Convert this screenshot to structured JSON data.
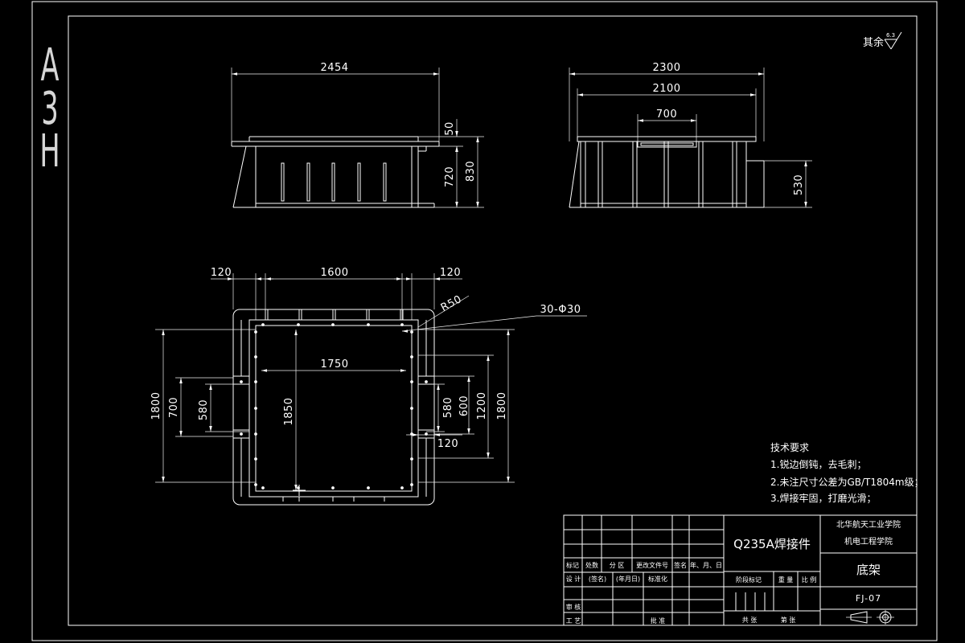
{
  "sheet": {
    "format_code": [
      "A",
      "3",
      "H"
    ],
    "roughness_note": "其余",
    "roughness_value": "6.3"
  },
  "front_view": {
    "overall_length": "2454",
    "top_plate_thickness": "50",
    "frame_height": "720",
    "total_height": "830"
  },
  "side_view": {
    "overall_width": "2300",
    "plate_width": "2100",
    "center_bracket": "700",
    "step_height": "530"
  },
  "top_view": {
    "left_margin": "120",
    "middle_span": "1600",
    "right_margin": "120",
    "corner_radius": "R50",
    "hole_callout": "30-Φ30",
    "hole_span_x": "1750",
    "hole_span_y": "1850",
    "left_overall": "1800",
    "left_outer_span": "700",
    "left_inner_span": "580",
    "right_inner_span": "580",
    "right_outer_span": "600",
    "right_mid_span": "1200",
    "right_overall": "1800",
    "right_offset": "120"
  },
  "tech_requirements": {
    "title": "技术要求",
    "items": [
      "1.锐边倒钝，去毛刺；",
      "2.未注尺寸公差为GB/T1804m级；",
      "3.焊接牢固，打磨光滑；"
    ]
  },
  "title_block": {
    "material": "Q235A焊接件",
    "school": "北华航天工业学院",
    "department": "机电工程学院",
    "part_name": "底架",
    "drawing_number": "FJ-07",
    "revision_headers": [
      "标记",
      "处数",
      "分 区",
      "更改文件号",
      "签名",
      "年、月、日"
    ],
    "design_row": [
      "设 计",
      "(签名)",
      "(年月日)",
      "标准化"
    ],
    "review_label": "审 核",
    "process_label": "工 艺",
    "approve_label": "批 准",
    "stage_headers": [
      "阶段标记",
      "重 量",
      "比 例"
    ],
    "sheet_total": "共 张",
    "sheet_number": "第 张"
  }
}
